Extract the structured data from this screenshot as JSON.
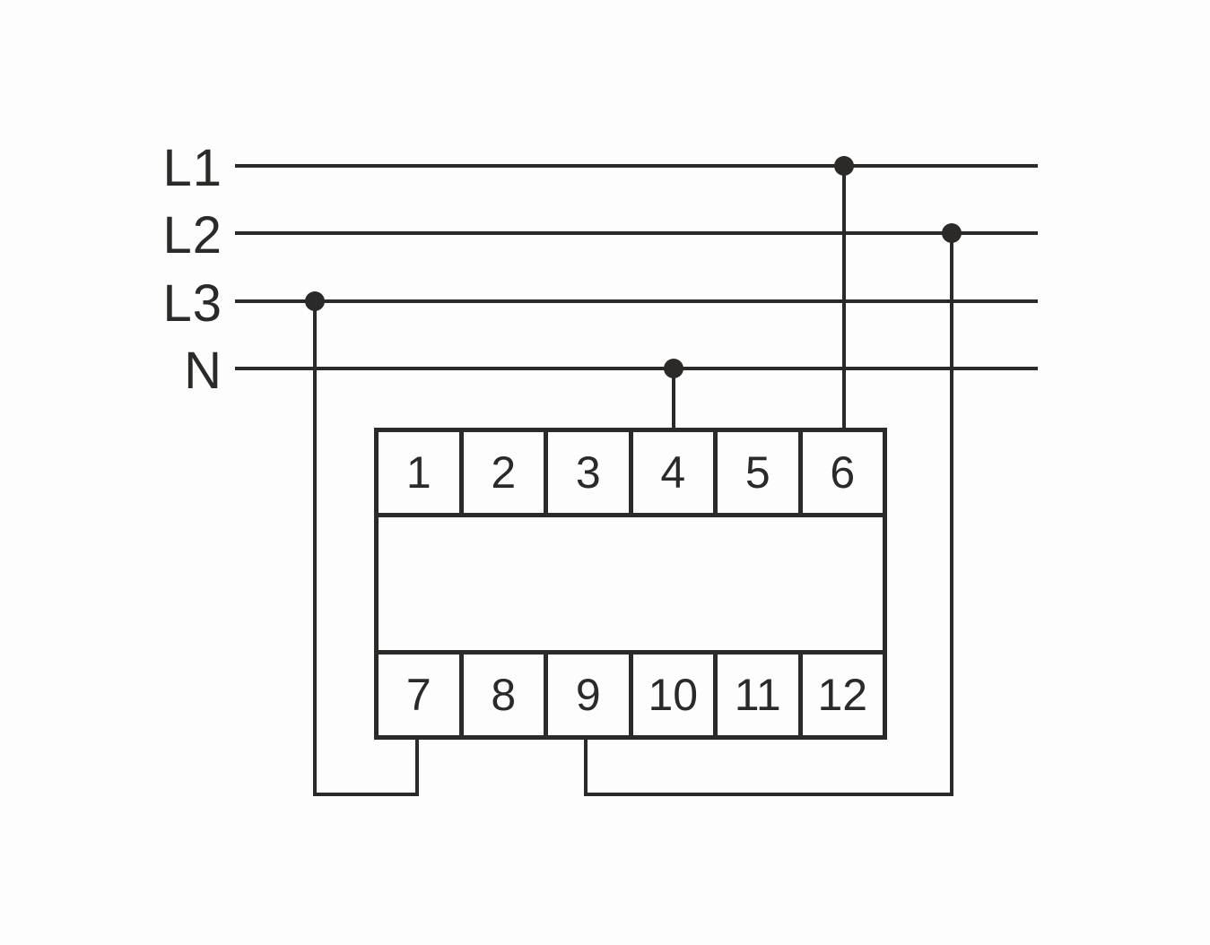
{
  "colors": {
    "stroke": "#2b2a29",
    "background": "#fdfdfd"
  },
  "bus_lines": [
    {
      "label": "L1"
    },
    {
      "label": "L2"
    },
    {
      "label": "L3"
    },
    {
      "label": "N"
    }
  ],
  "terminals": {
    "top": [
      "1",
      "2",
      "3",
      "4",
      "5",
      "6"
    ],
    "bottom": [
      "7",
      "8",
      "9",
      "10",
      "11",
      "12"
    ]
  }
}
